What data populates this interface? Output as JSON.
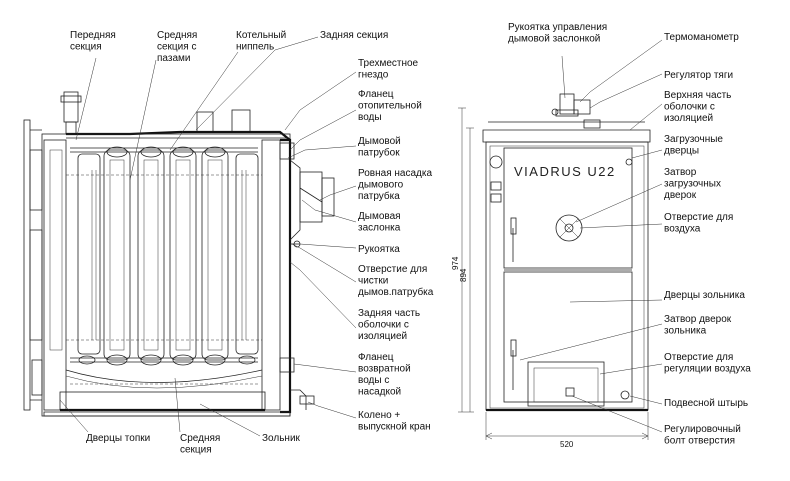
{
  "left_view": {
    "labels": {
      "front_section": [
        "Передняя",
        "секция"
      ],
      "middle_section_grooves": [
        "Средняя",
        "секция с",
        "пазами"
      ],
      "boiler_nipple": [
        "Котельный",
        "ниппель"
      ],
      "rear_section": [
        "Задняя секция"
      ],
      "three_way_socket": [
        "Трехместное",
        "гнездо"
      ],
      "heating_water_flange": [
        "Фланец",
        "отопительной",
        "воды"
      ],
      "flue_pipe": [
        "Дымовой",
        "патрубок"
      ],
      "flue_pipe_nozzle": [
        "Ровная насадка",
        "дымового",
        "патрубка"
      ],
      "smoke_damper": [
        "Дымовая",
        "заслонка"
      ],
      "handle": [
        "Рукоятка"
      ],
      "flue_cleaning_hole": [
        "Отверстие для",
        "чистки",
        "дымов.патрубка"
      ],
      "rear_casing_insulated": [
        "Задняя часть",
        "оболочки с",
        "изоляцией"
      ],
      "return_water_flange": [
        "Фланец",
        "возвратной",
        "воды с",
        "насадкой"
      ],
      "elbow_drain": [
        "Колено +",
        "выпускной кран"
      ],
      "firebox_door": [
        "Дверцы топки"
      ],
      "middle_section": [
        "Средняя",
        "секция"
      ],
      "ash_pan": [
        "Зольник"
      ]
    }
  },
  "right_view": {
    "brand": "VIADRUS  U22",
    "dimensions": {
      "height_total": "974",
      "height_inner": "894",
      "width": "520"
    },
    "labels": {
      "damper_control_handle": [
        "Рукоятка управления",
        "дымовой заслонкой"
      ],
      "thermomanometer": [
        "Термоманометр"
      ],
      "draft_regulator": [
        "Регулятор тяги"
      ],
      "top_casing": [
        "Верхняя часть",
        "оболочки с",
        "изоляцией"
      ],
      "loading_doors": [
        "Загрузочные",
        "дверцы"
      ],
      "loading_door_latch": [
        "Затвор",
        "загрузочных",
        "дверок"
      ],
      "air_hole": [
        "Отверстие для",
        "воздуха"
      ],
      "ash_doors": [
        "Дверцы зольника"
      ],
      "ash_door_latch": [
        "Затвор дверок",
        "зольника"
      ],
      "air_regulation_hole": [
        "Отверстие для",
        "регуляции воздуха"
      ],
      "hanging_pin": [
        "Подвесной штырь"
      ],
      "adjusting_bolt": [
        "Регулировочный",
        "болт отверстия"
      ]
    }
  }
}
